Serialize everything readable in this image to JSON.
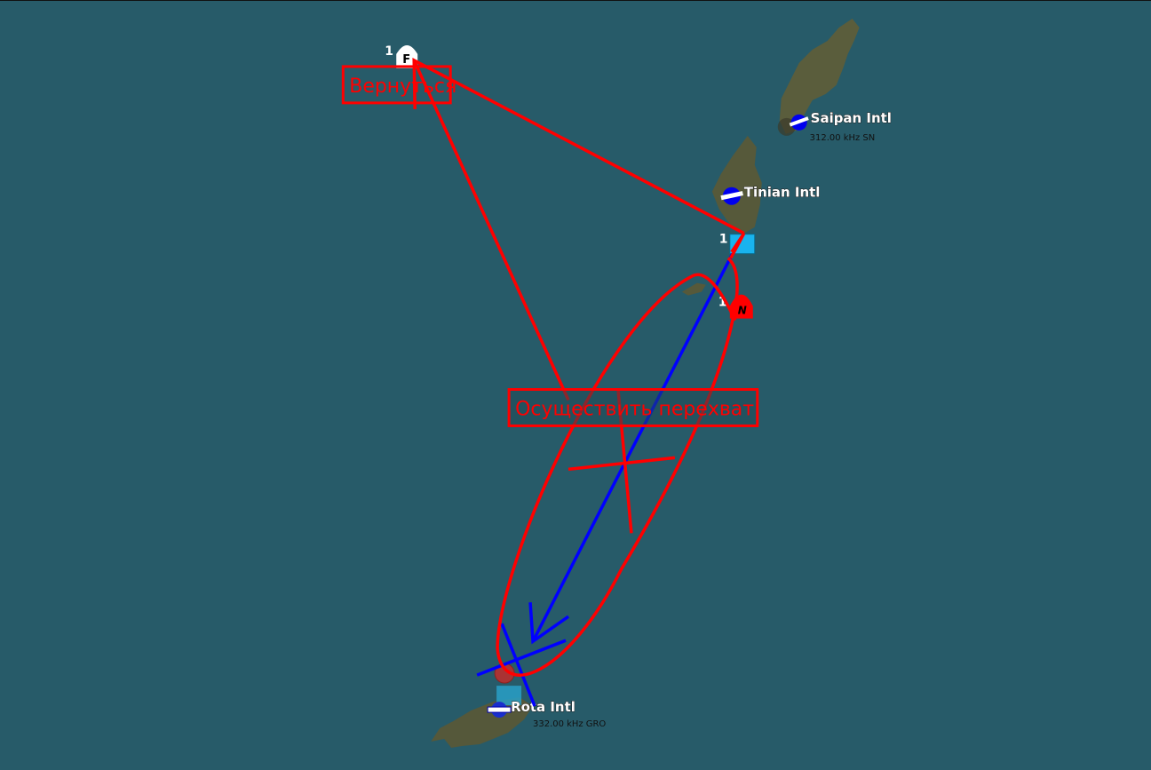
{
  "airports": [
    {
      "name": "Saipan Intl",
      "freq": "312.00 kHz SN"
    },
    {
      "name": "Tinian Intl"
    },
    {
      "name": "Rota Intl",
      "freq": "332.00 kHz GRO"
    }
  ],
  "units": [
    {
      "count": "1",
      "letter": "F",
      "type": "friendly-fighter"
    },
    {
      "count": "1",
      "type": "friendly-ship"
    },
    {
      "count": "1",
      "letter": "N",
      "type": "hostile-unit"
    }
  ],
  "annotations": {
    "return": "Вернуться",
    "intercept": "Осуществить перехват"
  },
  "colors": {
    "sea": "#275b69",
    "annotation": "#ff0000",
    "route": "#0000ff"
  }
}
